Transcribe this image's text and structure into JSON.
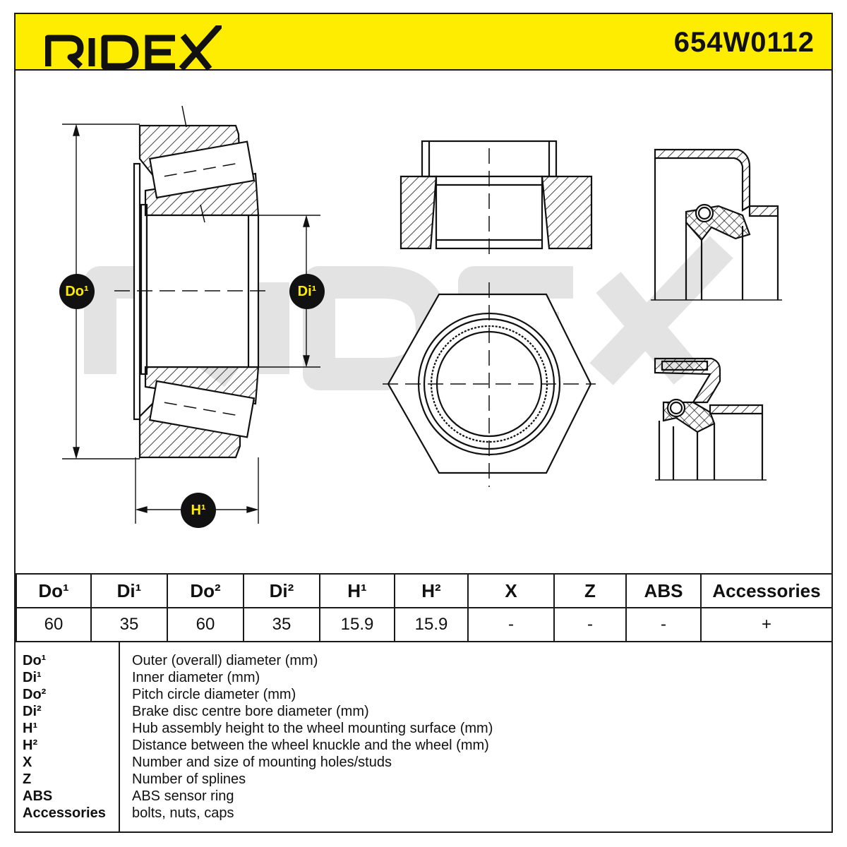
{
  "header": {
    "brand": "RIDEX",
    "part_number": "654W0112"
  },
  "watermark": {
    "text": "RIDEX"
  },
  "dimension_badges": [
    {
      "key": "Do¹"
    },
    {
      "key": "Di¹"
    },
    {
      "key": "H¹"
    }
  ],
  "spec_table": {
    "columns": [
      "Do¹",
      "Di¹",
      "Do²",
      "Di²",
      "H¹",
      "H²",
      "X",
      "Z",
      "ABS",
      "Accessories"
    ],
    "values": [
      "60",
      "35",
      "60",
      "35",
      "15.9",
      "15.9",
      "-",
      "-",
      "-",
      "+"
    ]
  },
  "legend": [
    {
      "key": "Do¹",
      "description": "Outer (overall) diameter (mm)"
    },
    {
      "key": "Di¹",
      "description": "Inner diameter (mm)"
    },
    {
      "key": "Do²",
      "description": "Pitch circle diameter (mm)"
    },
    {
      "key": "Di²",
      "description": "Brake disc centre bore diameter (mm)"
    },
    {
      "key": "H¹",
      "description": "Hub assembly height to the wheel mounting surface (mm)"
    },
    {
      "key": "H²",
      "description": "Distance between the wheel knuckle and the wheel (mm)"
    },
    {
      "key": "X",
      "description": "Number and size of mounting holes/studs"
    },
    {
      "key": "Z",
      "description": "Number of splines"
    },
    {
      "key": "ABS",
      "description": "ABS sensor ring"
    },
    {
      "key": "Accessories",
      "description": "bolts, nuts, caps"
    }
  ],
  "colors": {
    "brand_yellow": "#ffed00",
    "ink": "#111111",
    "watermark_gray": "#e6e6e6"
  }
}
